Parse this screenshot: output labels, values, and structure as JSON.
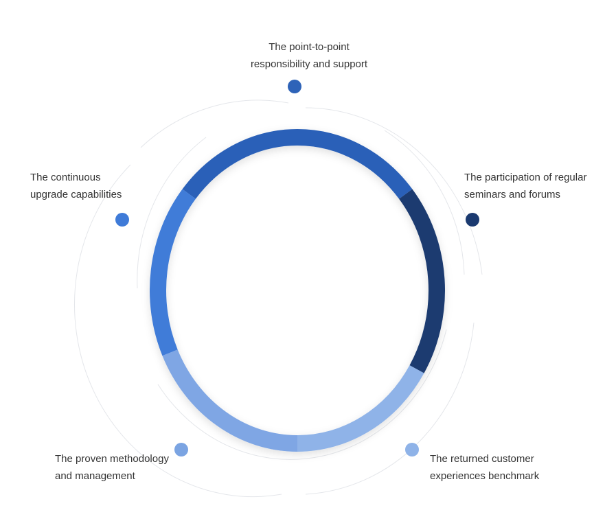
{
  "diagram": {
    "items": [
      {
        "id": "top",
        "lines": [
          "The point-to-point",
          "responsibility and support"
        ],
        "color": "#2e63b8"
      },
      {
        "id": "right",
        "lines": [
          "The participation of regular",
          "seminars and forums"
        ],
        "color": "#1b3a70"
      },
      {
        "id": "bottom-right",
        "lines": [
          "The returned customer",
          "experiences benchmark"
        ],
        "color": "#8fb3e8"
      },
      {
        "id": "bottom-left",
        "lines": [
          "The proven methodology",
          "and management"
        ],
        "color": "#7ba4e2"
      },
      {
        "id": "left",
        "lines": [
          "The continuous",
          "upgrade capabilities"
        ],
        "color": "#3f7bd8"
      }
    ],
    "ring_segments": [
      {
        "name": "top",
        "color": "#2a60b8"
      },
      {
        "name": "right",
        "color": "#1b3a70"
      },
      {
        "name": "bottom-right",
        "color": "#8fb3e8"
      },
      {
        "name": "bottom-left",
        "color": "#7fa6e4"
      },
      {
        "name": "left",
        "color": "#3f7bd8"
      }
    ]
  }
}
